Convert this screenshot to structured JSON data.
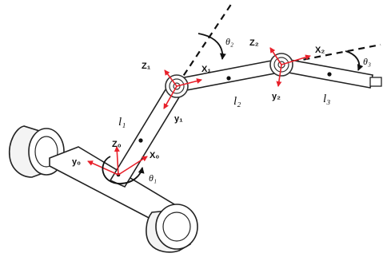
{
  "diagram": {
    "frames": {
      "base": {
        "z": "Z₀",
        "x": "X₀",
        "y": "y₀"
      },
      "joint1": {
        "z": "Z₁",
        "x": "X₁",
        "y": "y₁"
      },
      "joint2": {
        "z": "Z₂",
        "x": "X₂",
        "y": "y₂"
      }
    },
    "links": {
      "l1": "l₁",
      "l2": "l₂",
      "l3": "l₃"
    },
    "angles": {
      "theta1": "θ₁",
      "theta2": "θ₂",
      "theta3": "θ₃"
    },
    "colors": {
      "axis": "#e8202a",
      "line": "#222222",
      "fill": "#ffffff"
    }
  }
}
